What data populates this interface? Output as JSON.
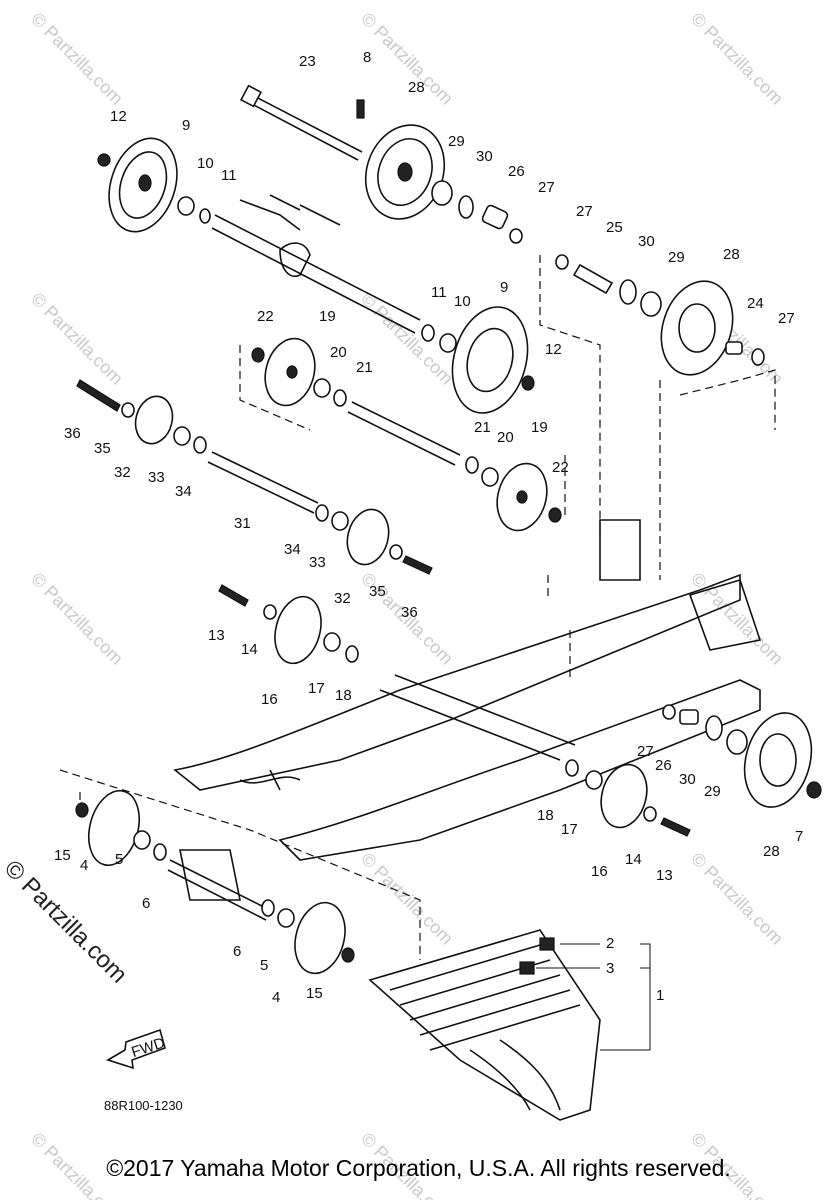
{
  "diagram": {
    "code": "88R100-1230",
    "fwd_label": "FWD",
    "callouts": [
      "23",
      "8",
      "28",
      "12",
      "9",
      "29",
      "30",
      "26",
      "27",
      "10",
      "11",
      "27",
      "25",
      "30",
      "29",
      "28",
      "24",
      "27",
      "11",
      "10",
      "9",
      "22",
      "19",
      "20",
      "21",
      "12",
      "36",
      "35",
      "32",
      "33",
      "34",
      "21",
      "20",
      "19",
      "22",
      "31",
      "34",
      "33",
      "32",
      "35",
      "36",
      "13",
      "14",
      "16",
      "17",
      "18",
      "27",
      "26",
      "30",
      "29",
      "18",
      "17",
      "16",
      "14",
      "13",
      "28",
      "7",
      "15",
      "4",
      "5",
      "6",
      "6",
      "5",
      "4",
      "15",
      "2",
      "3",
      "1"
    ]
  },
  "watermarks": {
    "small": "© Partzilla.com",
    "main": "© Partzilla.com"
  },
  "footer": {
    "copyright": "©2017  Yamaha Motor Corporation, U.S.A. All rights reserved."
  }
}
